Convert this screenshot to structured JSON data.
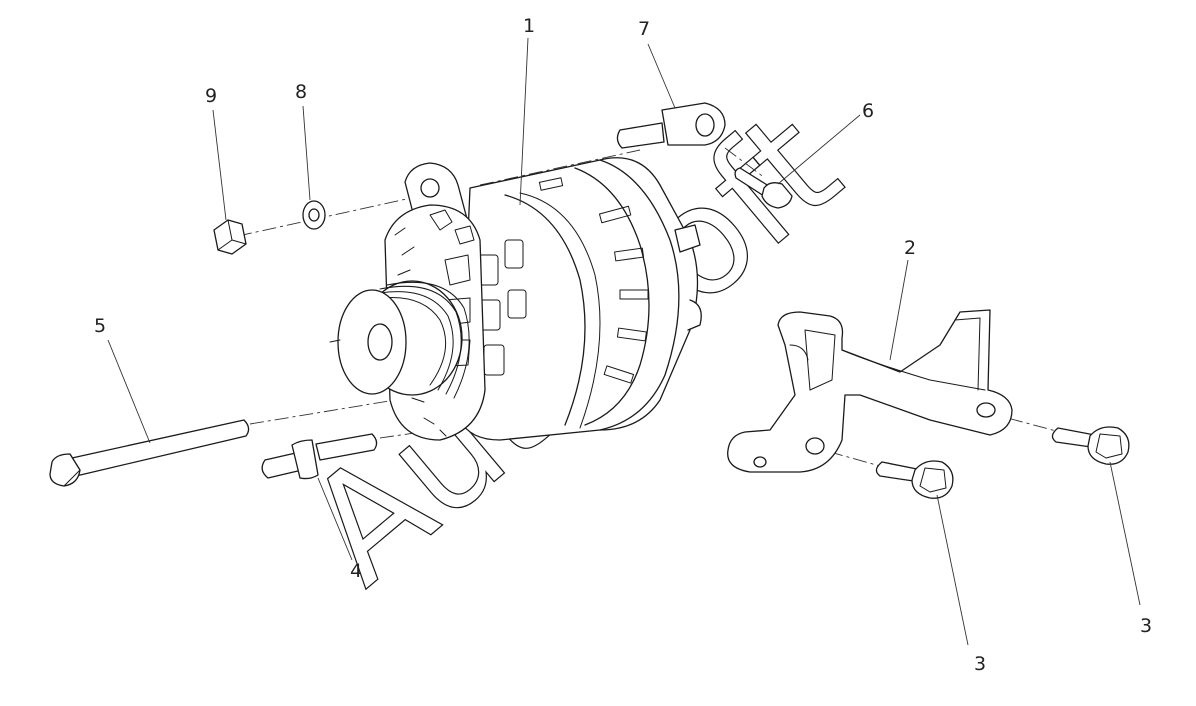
{
  "callouts": [
    {
      "id": "1",
      "label": "1"
    },
    {
      "id": "2",
      "label": "2"
    },
    {
      "id": "3a",
      "label": "3"
    },
    {
      "id": "3b",
      "label": "3"
    },
    {
      "id": "4",
      "label": "4"
    },
    {
      "id": "5",
      "label": "5"
    },
    {
      "id": "6",
      "label": "6"
    },
    {
      "id": "7",
      "label": "7"
    },
    {
      "id": "8",
      "label": "8"
    },
    {
      "id": "9",
      "label": "9"
    }
  ],
  "watermark": {
    "text": "AutoSoft"
  },
  "colors": {
    "line": "#1a1a1a",
    "background": "#ffffff"
  }
}
